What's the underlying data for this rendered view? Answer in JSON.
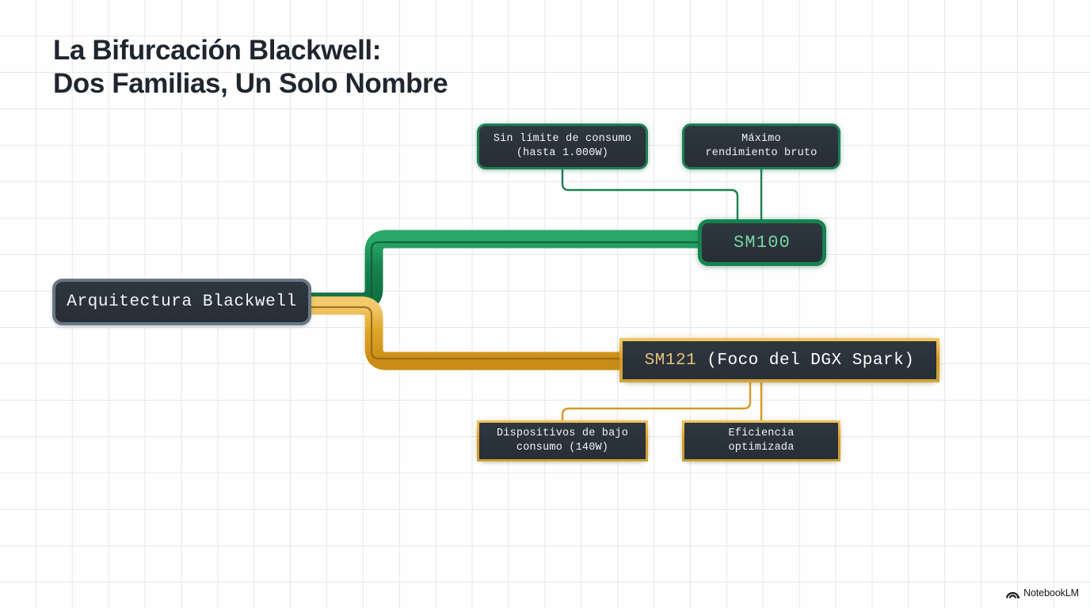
{
  "title": "La Bifurcación Blackwell:\nDos Familias, Un Solo Nombre",
  "colors": {
    "green": "#17824f",
    "green_text": "#79d6a1",
    "amber": "#d99820",
    "amber_text": "#e8c178",
    "root_border": "#6a7684",
    "node_fill": "#2b323b",
    "background": "#fefefe",
    "grid_line": "#e4e8ea",
    "title_text": "#1f262e"
  },
  "diagram": {
    "root": {
      "label": "Arquitectura Blackwell"
    },
    "branches": [
      {
        "id": "sm100",
        "label": "SM100",
        "accent": "#17824f",
        "leaves": [
          {
            "id": "leaf-green-1",
            "label": "Sin límite de consumo\n(hasta 1.000W)"
          },
          {
            "id": "leaf-green-2",
            "label": "Máximo\nrendimiento bruto"
          }
        ]
      },
      {
        "id": "sm121",
        "label_highlight": "SM121",
        "label_rest": " (Foco del DGX Spark)",
        "accent": "#d99820",
        "leaves": [
          {
            "id": "leaf-amber-1",
            "label": "Dispositivos de bajo\nconsumo (140W)"
          },
          {
            "id": "leaf-amber-2",
            "label": "Eficiencia\noptimizada"
          }
        ]
      }
    ]
  },
  "watermark": {
    "label": "NotebookLM",
    "icon": "notebooklm-arc-icon"
  }
}
